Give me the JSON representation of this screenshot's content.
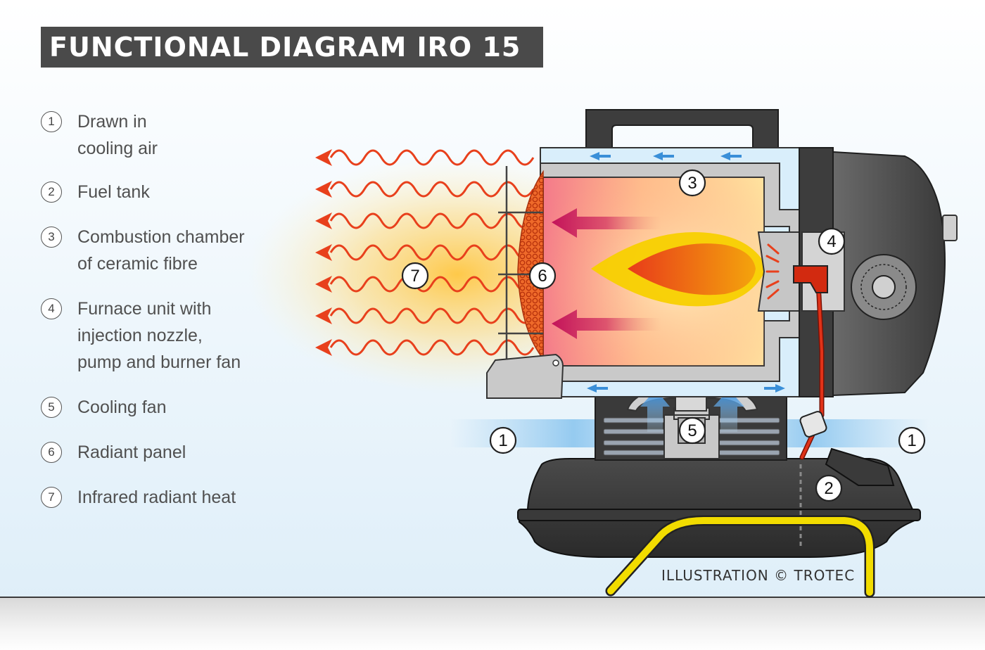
{
  "title": "FUNCTIONAL DIAGRAM IRO 15",
  "legend": [
    {
      "num": "1",
      "lines": [
        "Drawn in",
        "cooling air"
      ]
    },
    {
      "num": "2",
      "lines": [
        "Fuel tank"
      ]
    },
    {
      "num": "3",
      "lines": [
        "Combustion chamber",
        "of ceramic fibre"
      ]
    },
    {
      "num": "4",
      "lines": [
        "Furnace unit with",
        "injection nozzle,",
        "pump and burner fan"
      ]
    },
    {
      "num": "5",
      "lines": [
        "Cooling fan"
      ]
    },
    {
      "num": "6",
      "lines": [
        "Radiant panel"
      ]
    },
    {
      "num": "7",
      "lines": [
        "Infrared radiant heat"
      ]
    }
  ],
  "callouts": {
    "air_left": "1",
    "air_right": "1",
    "tank": "2",
    "chamber": "3",
    "furnace": "4",
    "fan": "5",
    "panel": "6",
    "heat": "7"
  },
  "credit": "ILLUSTRATION © TROTEC",
  "colors": {
    "title_bg": "#4a4a4a",
    "heat_waves": "#e8401c",
    "cooling_air": "#3a8fd8",
    "flame": "#f5c400",
    "fuel_line": "#d22a10",
    "handle": "#f2dc00",
    "housing": "#3d3d3d"
  },
  "icons": [
    "heat-wave-arrow-icon",
    "airflow-arrow-icon",
    "callout-circle-icon"
  ]
}
